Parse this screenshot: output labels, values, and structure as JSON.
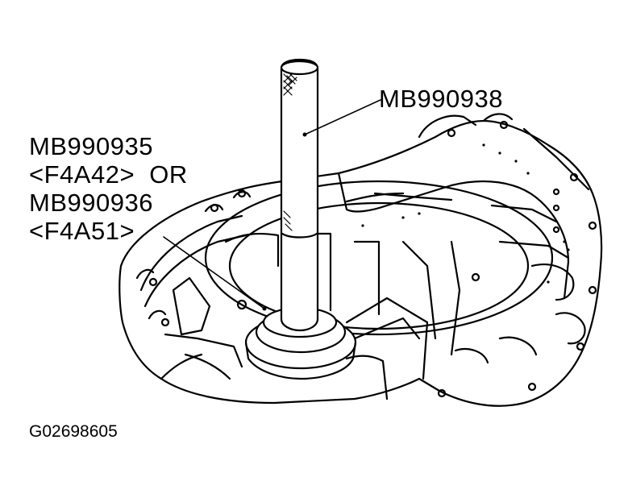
{
  "callouts": {
    "installer_tool": "MB990938",
    "seal_installer": {
      "line1": "MB990935",
      "line2": "<F4A42>  OR",
      "line3": "MB990936",
      "line4": "<F4A51>"
    }
  },
  "figure_id": "G02698605",
  "colors": {
    "ink": "#000000",
    "paper": "#ffffff"
  }
}
